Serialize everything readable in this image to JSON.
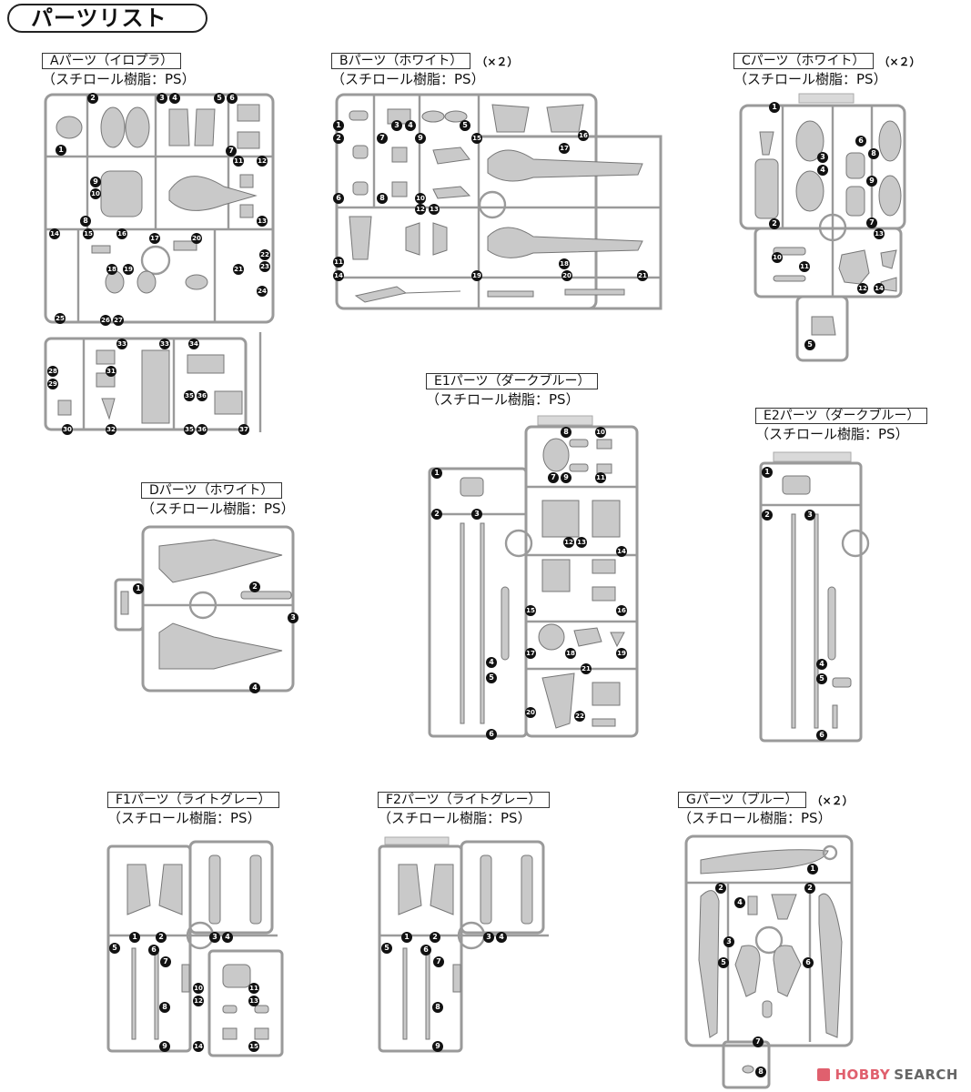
{
  "title": "パーツリスト",
  "material_note": "（スチロール樹脂：PS）",
  "sections": [
    {
      "id": "A",
      "label": "Aパーツ（イロプラ）",
      "multiplier": "",
      "numbers": [
        "1",
        "2",
        "3",
        "4",
        "5",
        "6",
        "7",
        "8",
        "9",
        "10",
        "11",
        "12",
        "13",
        "14",
        "15",
        "16",
        "17",
        "18",
        "19",
        "20",
        "21",
        "22",
        "23",
        "24",
        "25",
        "26",
        "27",
        "28",
        "29",
        "30",
        "31",
        "32",
        "33",
        "33",
        "34",
        "35",
        "36",
        "35",
        "36",
        "37"
      ]
    },
    {
      "id": "B",
      "label": "Bパーツ（ホワイト）",
      "multiplier": "（×２）",
      "numbers": [
        "1",
        "2",
        "3",
        "4",
        "5",
        "6",
        "7",
        "8",
        "9",
        "10",
        "11",
        "12",
        "13",
        "14",
        "15",
        "16",
        "17",
        "18",
        "19",
        "20",
        "21"
      ]
    },
    {
      "id": "C",
      "label": "Cパーツ（ホワイト）",
      "multiplier": "（×２）",
      "numbers": [
        "1",
        "2",
        "3",
        "4",
        "5",
        "6",
        "7",
        "8",
        "9",
        "10",
        "11",
        "12",
        "13",
        "14"
      ]
    },
    {
      "id": "D",
      "label": "Dパーツ（ホワイト）",
      "multiplier": "",
      "numbers": [
        "1",
        "2",
        "3",
        "4"
      ]
    },
    {
      "id": "E1",
      "label": "E1パーツ（ダークブルー）",
      "multiplier": "",
      "numbers": [
        "1",
        "2",
        "3",
        "4",
        "5",
        "6",
        "7",
        "8",
        "9",
        "10",
        "11",
        "12",
        "13",
        "14",
        "15",
        "16",
        "17",
        "18",
        "19",
        "20",
        "21",
        "22"
      ]
    },
    {
      "id": "E2",
      "label": "E2パーツ（ダークブルー）",
      "multiplier": "",
      "numbers": [
        "1",
        "2",
        "3",
        "4",
        "5",
        "6"
      ]
    },
    {
      "id": "F1",
      "label": "F1パーツ（ライトグレー）",
      "multiplier": "",
      "numbers": [
        "1",
        "2",
        "3",
        "4",
        "5",
        "6",
        "7",
        "8",
        "9",
        "10",
        "11",
        "12",
        "13",
        "14",
        "15"
      ]
    },
    {
      "id": "F2",
      "label": "F2パーツ（ライトグレー）",
      "multiplier": "",
      "numbers": [
        "1",
        "2",
        "3",
        "4",
        "5",
        "6",
        "7",
        "8",
        "9"
      ]
    },
    {
      "id": "G",
      "label": "Gパーツ（ブルー）",
      "multiplier": "（×２）",
      "numbers": [
        "1",
        "2",
        "2",
        "3",
        "4",
        "5",
        "6",
        "7",
        "8"
      ]
    }
  ],
  "watermark": {
    "brand_left": "HOBBY",
    "brand_right": "SEARCH",
    "color_left": "#e0606e",
    "color_right": "#666666"
  },
  "colors": {
    "runner": "#9a9a9a",
    "part": "#c9c9c9",
    "badge": "#111111"
  }
}
